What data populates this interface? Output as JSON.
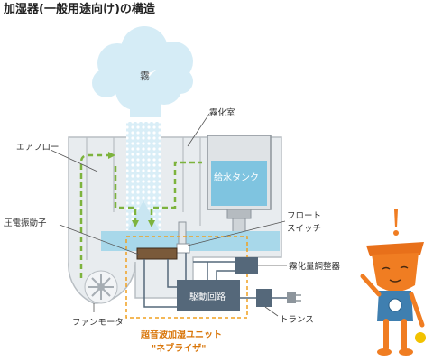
{
  "title": "加湿器(一般用途向け)の構造",
  "labels": {
    "mist": "霧",
    "atomizing_chamber": "霧化室",
    "air_flow": "エアフロー",
    "water_tank": "給水タンク",
    "float_switch_line1": "フロート",
    "float_switch_line2": "スイッチ",
    "piezo_element": "圧電振動子",
    "atomization_controller": "霧化量調整器",
    "drive_circuit": "駆動回路",
    "transformer": "トランス",
    "fan_motor": "ファンモータ",
    "unit_name_line1": "超音波加湿ユニット",
    "unit_name_line2": "\"ネブライザ\""
  },
  "colors": {
    "water": "#a8d8ea",
    "housing": "#e8ecef",
    "housing_stroke": "#b8bec3",
    "air_flow": "#7db33d",
    "unit_outline": "#f0a020",
    "circuit": "#55687a",
    "mascot": "#f07d22"
  }
}
